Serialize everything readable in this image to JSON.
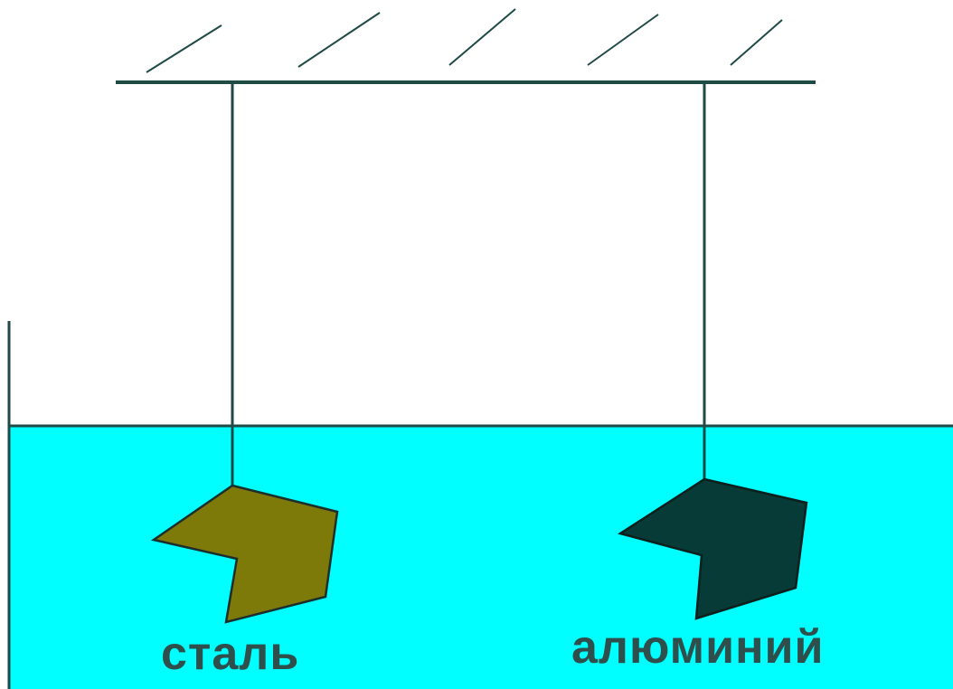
{
  "colors": {
    "background": "#ffffff",
    "water": "#00ffff",
    "lines": "#1f4a45",
    "steel_body": "#7d7a0a",
    "aluminium_body": "#073b37",
    "label_text": "#2f4f4c"
  },
  "bodies": [
    {
      "id": "steel",
      "label": "сталь"
    },
    {
      "id": "aluminium",
      "label": "алюминий"
    }
  ]
}
